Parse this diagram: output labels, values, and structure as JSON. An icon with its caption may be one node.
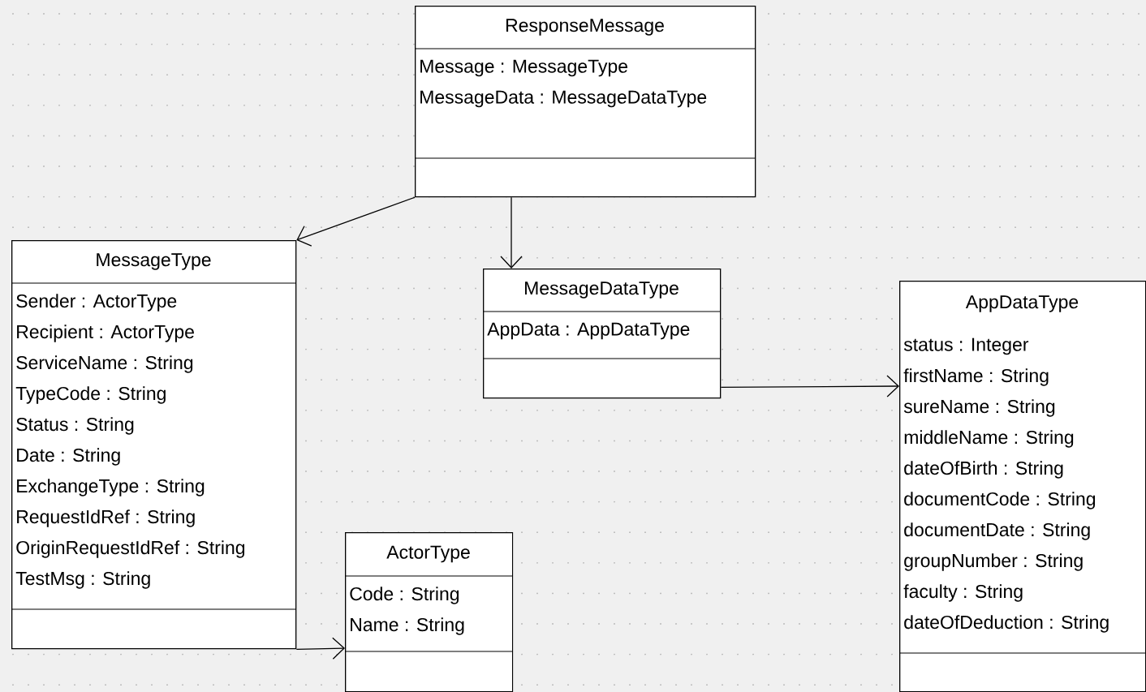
{
  "diagram": {
    "nodes": [
      {
        "text": [
          "ResponseMessage",
          "Message : MessageType",
          "MessageData : MessageDataType"
        ]
      },
      {
        "text": [
          "MessageType",
          "Sender : ActorType",
          "Recipient : ActorType",
          "ServiceName : String",
          "TypeCode : String",
          "Status : String",
          "Date : String",
          "ExchangeType : String",
          "RequestIdRef : String",
          "OriginRequestIdRef : String",
          "TestMsg : String"
        ]
      },
      {
        "text": [
          "MessageDataType",
          "AppData : AppDataType"
        ]
      },
      {
        "text": [
          "AppDataType",
          "status : Integer",
          "firstName : String",
          "sureName : String",
          "middleName : String",
          "dateOfBirth : String",
          "documentCode : String",
          "documentDate : String",
          "groupNumber : String",
          "faculty : String",
          "dateOfDeduction : String"
        ]
      },
      {
        "text": [
          "ActorType",
          "Code : String",
          "Name : String"
        ]
      }
    ],
    "edges": [
      {
        "from": 0,
        "to": 1,
        "arrow": "to"
      },
      {
        "from": 0,
        "to": 2,
        "arrow": "to"
      },
      {
        "from": 2,
        "to": 3,
        "arrow": "to"
      },
      {
        "from": 1,
        "to": 4,
        "arrow": "to"
      }
    ]
  }
}
